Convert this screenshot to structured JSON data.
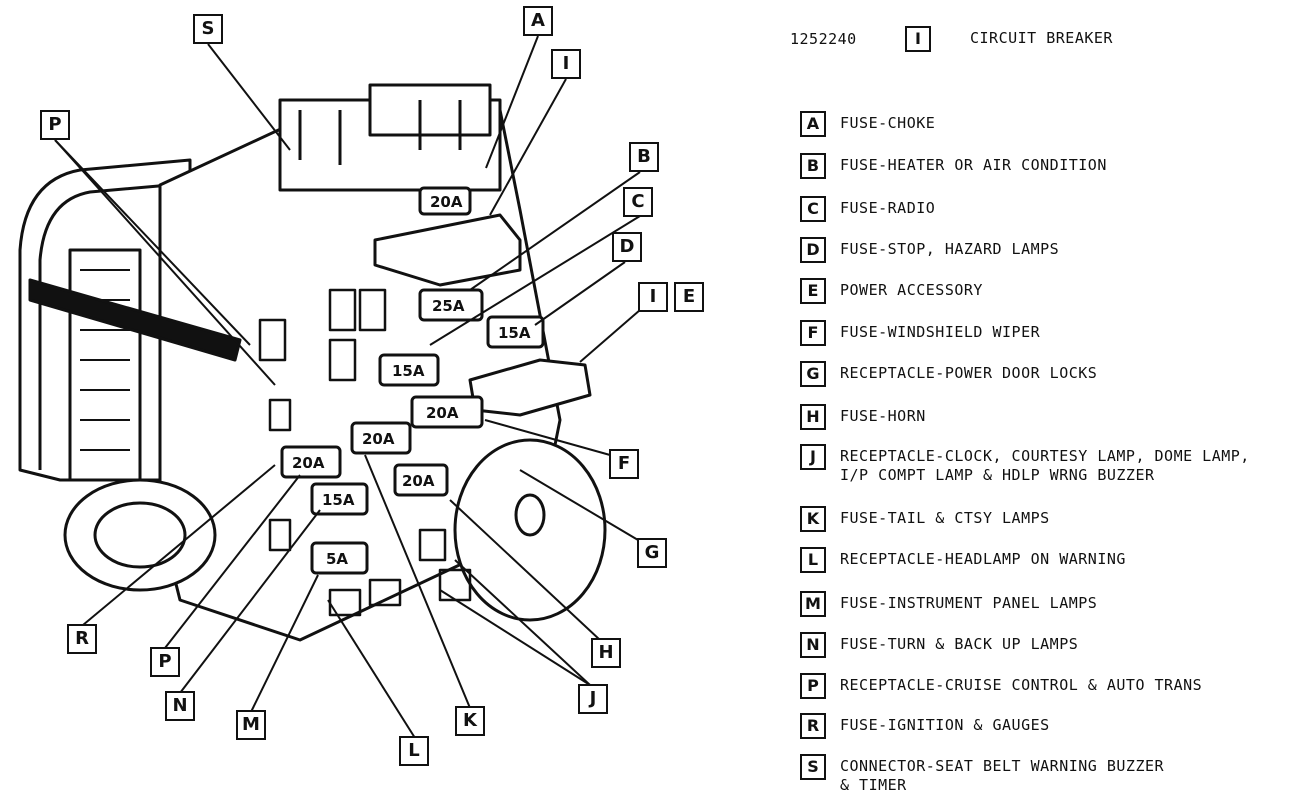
{
  "part_number": "1252240",
  "callouts": [
    "S",
    "A",
    "I",
    "P",
    "B",
    "C",
    "D",
    "I",
    "E",
    "F",
    "G",
    "H",
    "J",
    "K",
    "L",
    "M",
    "N",
    "P",
    "R"
  ],
  "fuse_ratings": [
    "20A",
    "25A",
    "15A",
    "15A",
    "20A",
    "20A",
    "20A",
    "20A",
    "15A",
    "5A"
  ],
  "legend": [
    {
      "key": "I",
      "text": "CIRCUIT BREAKER"
    },
    {
      "key": "A",
      "text": "FUSE-CHOKE"
    },
    {
      "key": "B",
      "text": "FUSE-HEATER OR AIR CONDITION"
    },
    {
      "key": "C",
      "text": "FUSE-RADIO"
    },
    {
      "key": "D",
      "text": "FUSE-STOP, HAZARD LAMPS"
    },
    {
      "key": "E",
      "text": "POWER ACCESSORY"
    },
    {
      "key": "F",
      "text": "FUSE-WINDSHIELD WIPER"
    },
    {
      "key": "G",
      "text": "RECEPTACLE-POWER DOOR LOCKS"
    },
    {
      "key": "H",
      "text": "FUSE-HORN"
    },
    {
      "key": "J",
      "text": "RECEPTACLE-CLOCK, COURTESY LAMP, DOME LAMP,\nI/P COMPT LAMP & HDLP WRNG BUZZER"
    },
    {
      "key": "K",
      "text": "FUSE-TAIL & CTSY LAMPS"
    },
    {
      "key": "L",
      "text": "RECEPTACLE-HEADLAMP ON WARNING"
    },
    {
      "key": "M",
      "text": "FUSE-INSTRUMENT PANEL LAMPS"
    },
    {
      "key": "N",
      "text": "FUSE-TURN & BACK UP LAMPS"
    },
    {
      "key": "P",
      "text": "RECEPTACLE-CRUISE CONTROL & AUTO TRANS"
    },
    {
      "key": "R",
      "text": "FUSE-IGNITION & GAUGES"
    },
    {
      "key": "S",
      "text": "CONNECTOR-SEAT BELT WARNING BUZZER\n& TIMER"
    }
  ]
}
